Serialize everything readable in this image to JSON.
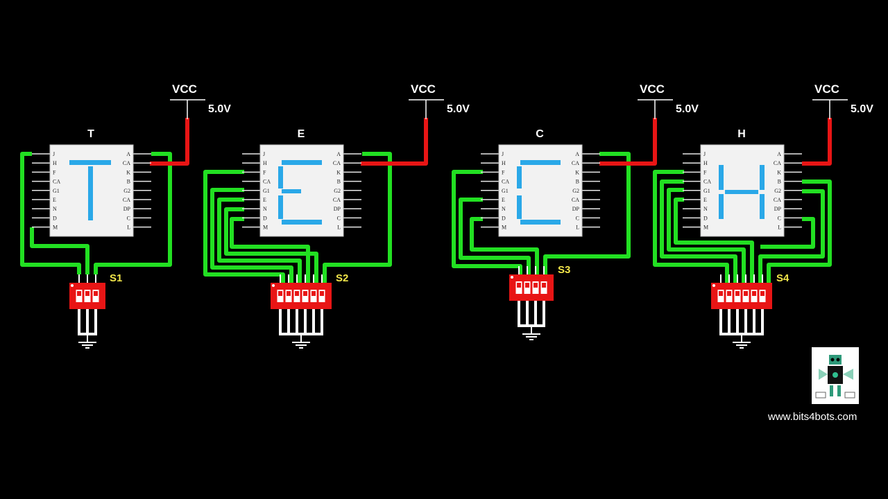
{
  "vcc_label": "VCC",
  "voltage_label": "5.0V",
  "website": "www.bits4bots.com",
  "left_pins": [
    "J",
    "H",
    "F",
    "CA",
    "G1",
    "E",
    "N",
    "D",
    "M"
  ],
  "right_pins": [
    "A",
    "CA",
    "K",
    "B",
    "G2",
    "CA",
    "DP",
    "C",
    "L"
  ],
  "colors": {
    "background": "#000000",
    "wire_green": "#22e022",
    "wire_red": "#e81515",
    "segment_blue": "#2aa8e8",
    "switch_red": "#e81515",
    "chip_body": "#f2f2f2"
  },
  "displays": [
    {
      "letter": "T",
      "switch_label": "S1",
      "switch_count": 3
    },
    {
      "letter": "E",
      "switch_label": "S2",
      "switch_count": 6
    },
    {
      "letter": "C",
      "switch_label": "S3",
      "switch_count": 4
    },
    {
      "letter": "H",
      "switch_label": "S4",
      "switch_count": 6
    }
  ]
}
